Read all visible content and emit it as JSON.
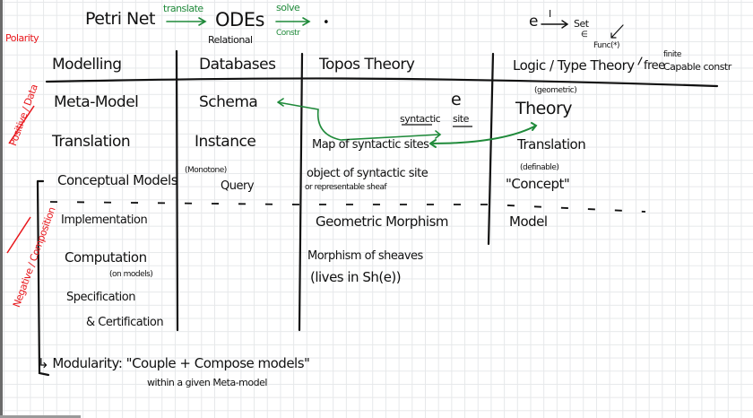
{
  "header": {
    "petri_net": "Petri Net",
    "translate": "translate",
    "odes": "ODEs",
    "solve": "solve",
    "construct": "Constr",
    "dot": "•",
    "functor_source": "e",
    "functor_label": "I",
    "functor_target": "Set",
    "func_label": "Func(*)",
    "in_symbol": "∈"
  },
  "side_labels": {
    "polarity": "Polarity",
    "positive_data": "Positive / Data",
    "negative_composition": "Negative / Composition"
  },
  "columns": {
    "modelling": "Modelling",
    "relational": "Relational",
    "databases": "Databases",
    "topos": "Topos Theory",
    "logic": "Logic / Type Theory",
    "free": "free",
    "finite": "finite",
    "capable": "Capable constr"
  },
  "rows": {
    "meta_model": "Meta-Model",
    "schema": "Schema",
    "geometric": "(geometric)",
    "theory": "Theory",
    "syntactic": "syntactic",
    "site_symbol": "e",
    "site": "site",
    "translation": "Translation",
    "instance": "Instance",
    "map_sites": "Map of syntactic sites",
    "translation_logic": "Translation",
    "conceptual": "Conceptual Models",
    "monotone": "(Monotone)",
    "query": "Query",
    "object_site": "object of syntactic site",
    "repr_sheaf": "or representable sheaf",
    "definable": "(definable)",
    "concept": "\"Concept\"",
    "implementation": "Implementation",
    "geo_morphism": "Geometric Morphism",
    "model": "Model",
    "computation": "Computation",
    "on_models": "(on models)",
    "morphism_sheaves": "Morphism of sheaves",
    "lives_in": "(lives in Sh(e))",
    "specification": "Specification",
    "certification": "& Certification"
  },
  "footer": {
    "modularity": "↳ Modularity: \"Couple + Compose models\"",
    "within": "within a given Meta-model"
  },
  "colors": {
    "ink": "#111111",
    "green": "#1f8a3a",
    "red": "#e8161b"
  }
}
